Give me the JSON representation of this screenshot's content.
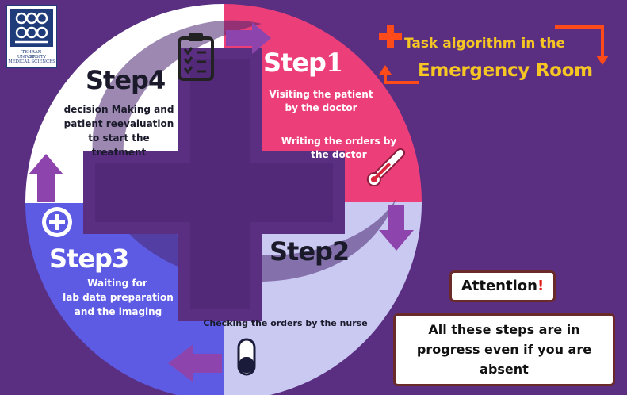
{
  "logo": {
    "line1": "TEHRAN UNIVERSITY",
    "line2": "OF",
    "line3": "MEDICAL SCIENCES"
  },
  "header": {
    "title_line1": "Task algorithm in the",
    "title_line2": "Emergency Room"
  },
  "steps": [
    {
      "title_word": "Step",
      "number": "1",
      "lines": [
        "Visiting the patient",
        "by the doctor",
        "Writing the orders by",
        "the doctor"
      ]
    },
    {
      "title_word": "Step",
      "number": "2",
      "lines": [
        "Checking the orders by the nurse"
      ]
    },
    {
      "title_word": "Step",
      "number": "3",
      "lines": [
        "Waiting for",
        "lab data preparation",
        "and the imaging"
      ]
    },
    {
      "title_word": "Step",
      "number": "4",
      "lines": [
        "decision Making and",
        "patient reevaluation",
        "to start the",
        "treatment"
      ]
    }
  ],
  "attention": {
    "label": "Attention",
    "mark": "!"
  },
  "note": {
    "lines": [
      "All these steps are in",
      "progress even if you are",
      "absent"
    ]
  },
  "icons": [
    "clipboard-icon",
    "thermometer-icon",
    "plus-circle-icon",
    "test-tube-icon",
    "red-cross-icon"
  ],
  "colors": {
    "background": "#5a2f82",
    "step1": "#ec3f7a",
    "step2": "#c8c8f0",
    "step3": "#5c5ae6",
    "step4": "#ffffff",
    "arrow": "#8e44ad",
    "accent_orange": "#ff4a1a",
    "title_yellow": "#f6c623"
  }
}
